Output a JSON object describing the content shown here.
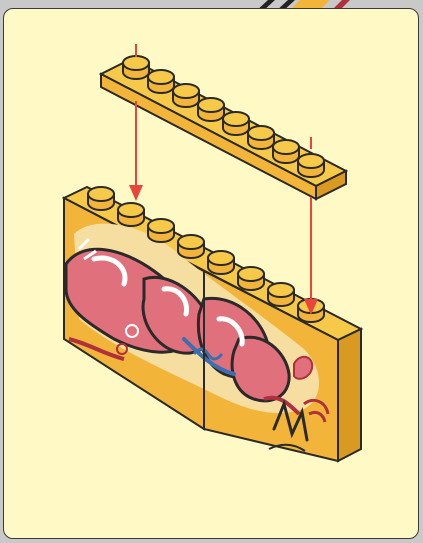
{
  "diagram": {
    "step": "attach-1x8-plate",
    "colors": {
      "background": "#fff9c6",
      "brick_top": "#f7c948",
      "brick_front": "#f2b53a",
      "brick_side": "#d99a22",
      "outline": "#2a2a2a",
      "arrow": "#e8463c",
      "graffiti_pink": "#e0707b",
      "graffiti_blue": "#3b6fb0",
      "graffiti_dark_red": "#b0303d"
    },
    "parts": [
      {
        "name": "plate-1x8",
        "studs": 8
      },
      {
        "name": "brick-1x4-graffiti-left",
        "studs": 4
      },
      {
        "name": "brick-1x4-graffiti-right",
        "studs": 4
      }
    ],
    "arrows": 2
  }
}
